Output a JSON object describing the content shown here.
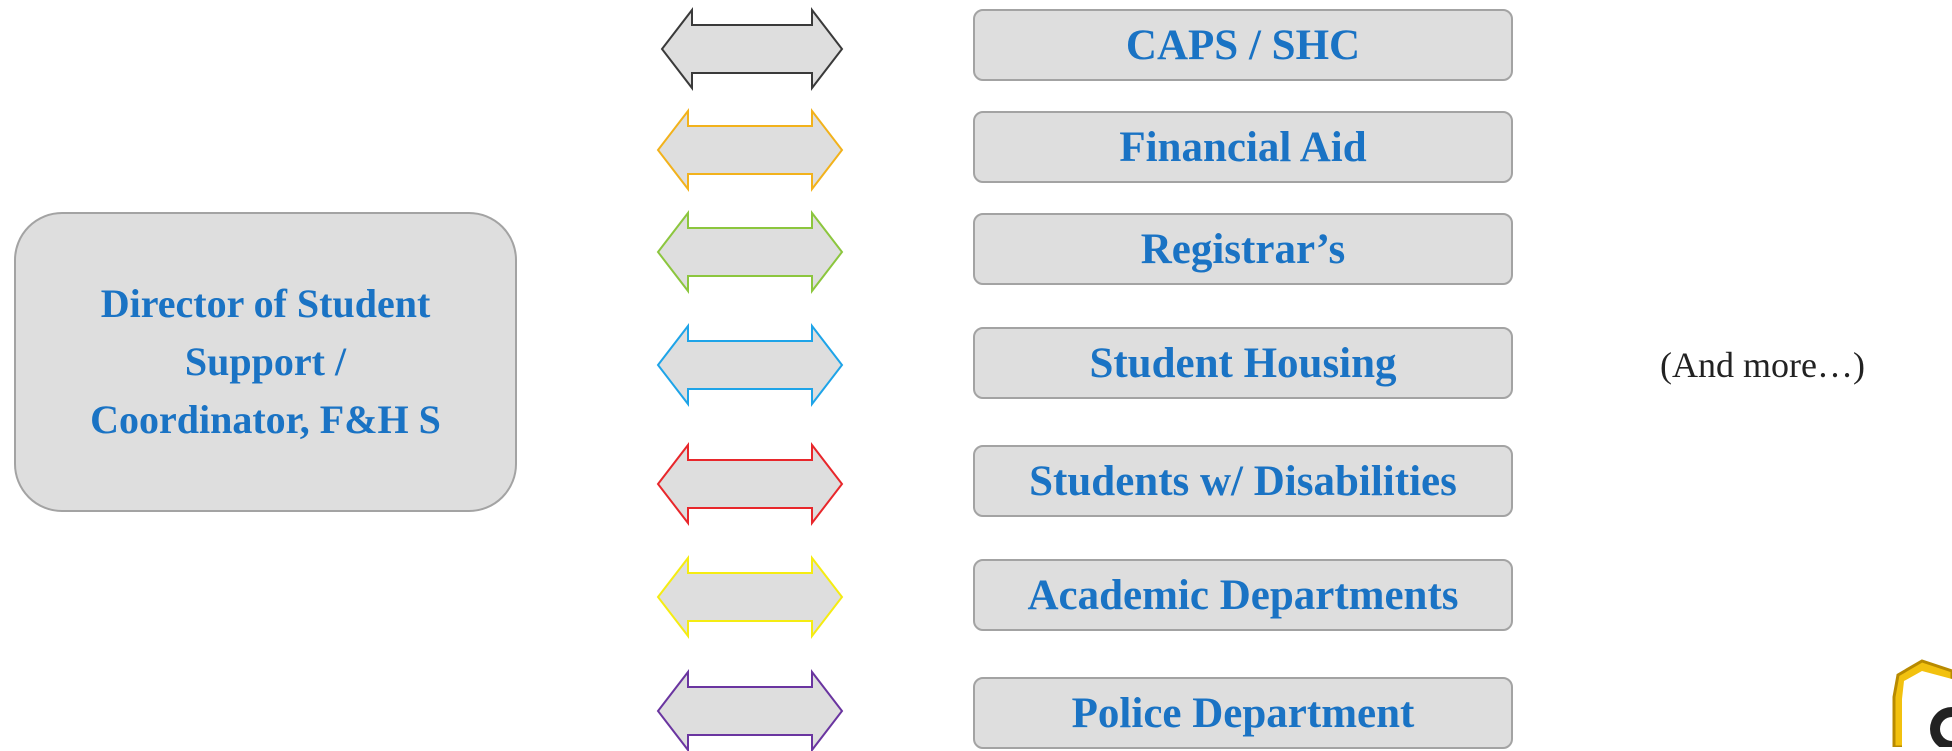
{
  "director": {
    "line1": "Director of Student",
    "line2": "Support /",
    "line3": "Coordinator, F&H S"
  },
  "departments": [
    {
      "label": "CAPS / SHC",
      "arrow_color": "#3a3a3a"
    },
    {
      "label": "Financial Aid",
      "arrow_color": "#f2b21c"
    },
    {
      "label": "Registrar’s",
      "arrow_color": "#8cc63e"
    },
    {
      "label": "Student Housing",
      "arrow_color": "#1ea4e8"
    },
    {
      "label": "Students w/ Disabilities",
      "arrow_color": "#e8272b"
    },
    {
      "label": "Academic Departments",
      "arrow_color": "#f5ec12"
    },
    {
      "label": "Police Department",
      "arrow_color": "#6a35a0"
    }
  ],
  "more_label": "(And more…)",
  "colors": {
    "text_blue": "#1a73c4",
    "box_fill": "#dedede",
    "box_border": "#a3a3a3",
    "arrow_fill": "#dedede",
    "logo_gold": "#f2c10f"
  },
  "icons": {
    "logo": "university-logo-icon"
  }
}
